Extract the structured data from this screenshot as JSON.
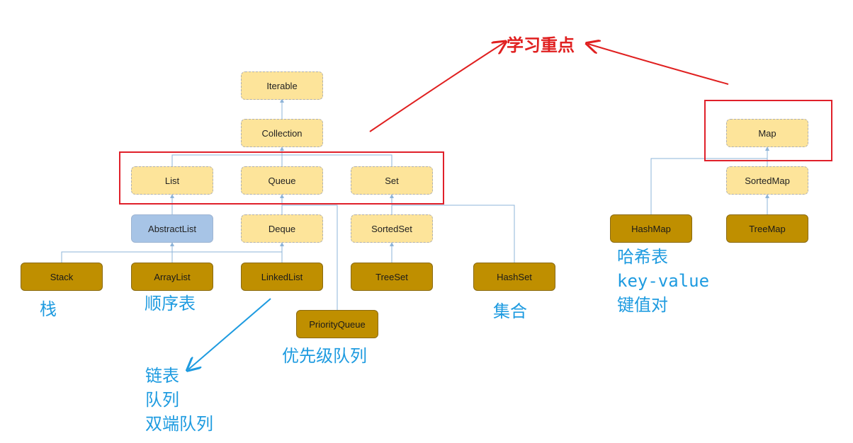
{
  "title": "学习重点",
  "nodes": {
    "iterable": "Iterable",
    "collection": "Collection",
    "list": "List",
    "queue": "Queue",
    "set": "Set",
    "abstractlist": "AbstractList",
    "deque": "Deque",
    "sortedset": "SortedSet",
    "stack": "Stack",
    "arraylist": "ArrayList",
    "linkedlist": "LinkedList",
    "treeset": "TreeSet",
    "hashset": "HashSet",
    "priorityqueue": "PriorityQueue",
    "map": "Map",
    "sortedmap": "SortedMap",
    "hashmap": "HashMap",
    "treemap": "TreeMap"
  },
  "notes": {
    "stack": "栈",
    "arraylist": "顺序表",
    "linkedlist": [
      "链表",
      "队列",
      "双端队列"
    ],
    "priorityqueue": "优先级队列",
    "hashset": "集合",
    "hashmap": [
      "哈希表",
      "key-value",
      "键值对"
    ]
  },
  "colors": {
    "interface": "#fde49a",
    "abstract": "#a7c4e6",
    "implementation": "#bf8f00",
    "highlight": "#e02020",
    "note": "#1e9be0",
    "connector": "#8eb4d8"
  }
}
